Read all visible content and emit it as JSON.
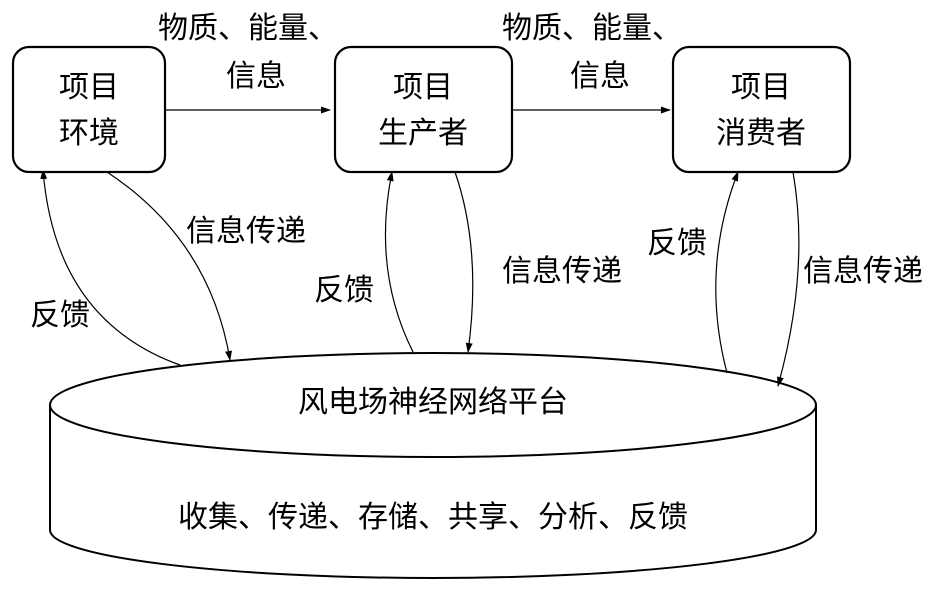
{
  "nodes": {
    "environment": {
      "line1": "项目",
      "line2": "环境"
    },
    "producer": {
      "line1": "项目",
      "line2": "生产者"
    },
    "consumer": {
      "line1": "项目",
      "line2": "消费者"
    }
  },
  "flows": {
    "env_to_producer": {
      "line1": "物质、能量、",
      "line2": "信息"
    },
    "producer_to_consumer": {
      "line1": "物质、能量、",
      "line2": "信息"
    }
  },
  "links": {
    "env_transfer": "信息传递",
    "env_feedback": "反馈",
    "producer_transfer": "信息传递",
    "producer_feedback": "反馈",
    "consumer_transfer": "信息传递",
    "consumer_feedback": "反馈"
  },
  "platform": {
    "title": "风电场神经网络平台",
    "functions": "收集、传递、存储、共享、分析、反馈"
  }
}
